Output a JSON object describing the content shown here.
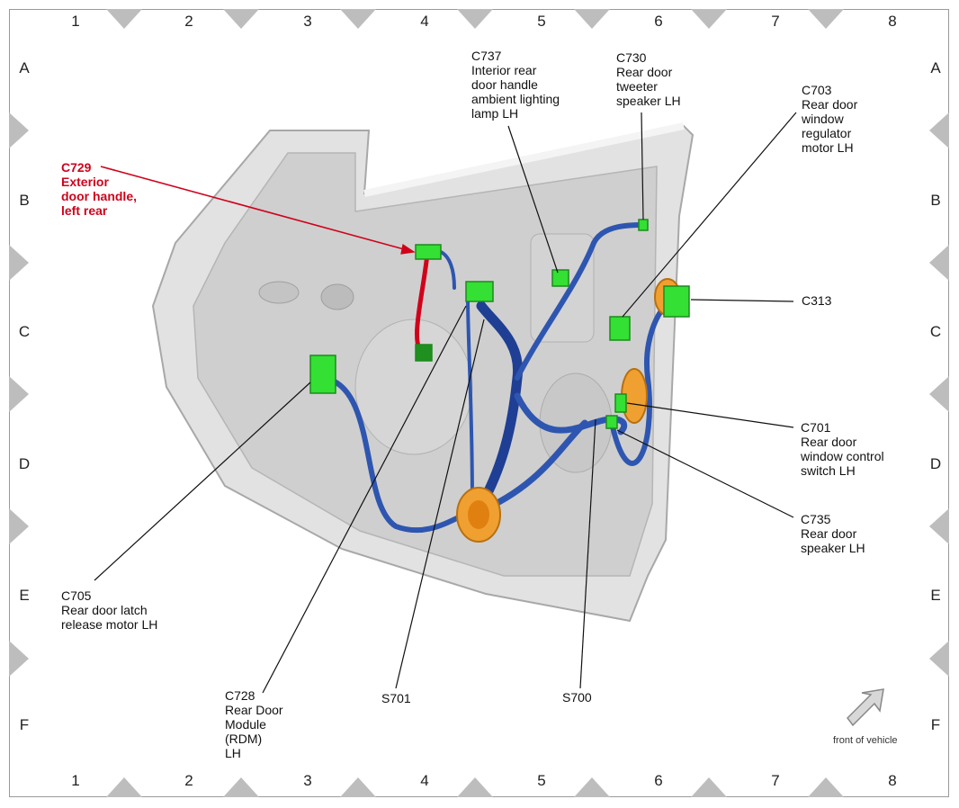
{
  "grid": {
    "columns": [
      "1",
      "2",
      "3",
      "4",
      "5",
      "6",
      "7",
      "8"
    ],
    "rows": [
      "A",
      "B",
      "C",
      "D",
      "E",
      "F"
    ]
  },
  "callouts": {
    "c729": "C729\nExterior\ndoor handle,\nleft rear",
    "c737": "C737\nInterior rear\ndoor handle\nambient lighting\nlamp LH",
    "c730": "C730\nRear door\ntweeter\nspeaker LH",
    "c703": "C703\nRear door\nwindow\nregulator\nmotor LH",
    "c313": "C313",
    "c701": "C701\nRear door\nwindow control\nswitch LH",
    "c735": "C735\nRear door\nspeaker LH",
    "c705": "C705\nRear door latch\nrelease motor LH",
    "c728": "C728\nRear Door\nModule\n(RDM)\nLH",
    "s701": "S701",
    "s700": "S700"
  },
  "footnote": "front of vehicle",
  "colors": {
    "connector": "#33e033",
    "harness": "#2a4fa8",
    "highlight": "#d0021b",
    "grommet": "#f0a030",
    "door_panel": "#d8d8d8"
  }
}
